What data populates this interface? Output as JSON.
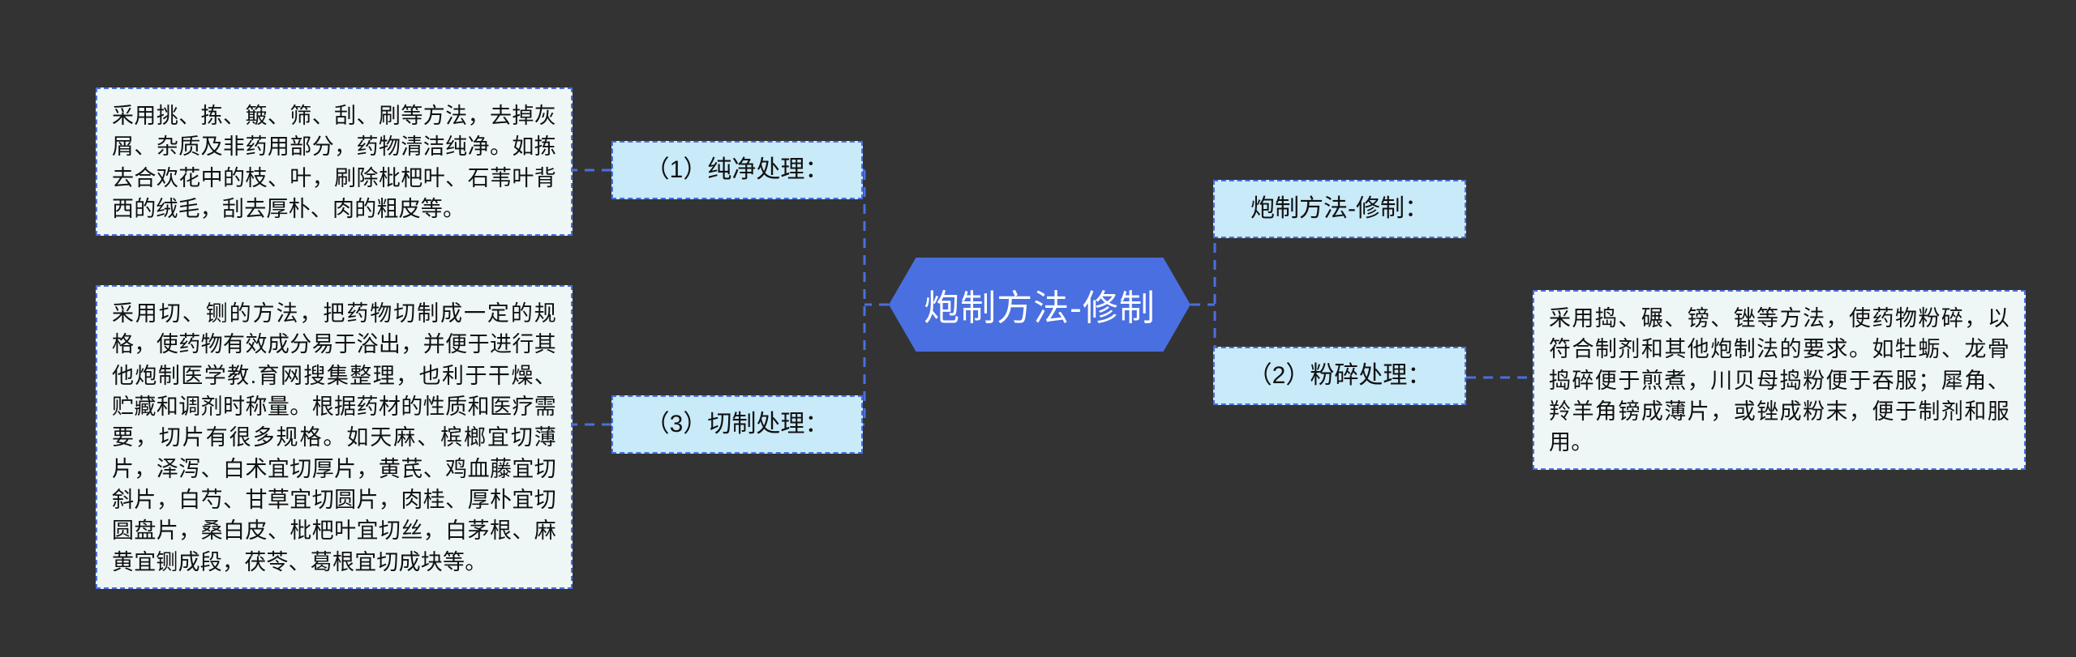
{
  "diagram": {
    "type": "mind-map",
    "background_color": "#333333",
    "accent_color": "#4a6fe0",
    "chip_color": "#c9eaf8",
    "panel_color": "#eef7f6",
    "center": {
      "label": "炮制方法-修制",
      "shape": "hexagon",
      "text_color": "#ffffff",
      "fill_color": "#4a6fe0"
    },
    "left_branch": [
      {
        "chip": "（1）纯净处理：",
        "description": "采用挑、拣、簸、筛、刮、刷等方法，去掉灰屑、杂质及非药用部分，药物清洁纯净。如拣去合欢花中的枝、叶，刷除枇杷叶、石苇叶背西的绒毛，刮去厚朴、肉的粗皮等。"
      },
      {
        "chip": "（3）切制处理：",
        "description": "采用切、铡的方法，把药物切制成一定的规格，使药物有效成分易于浴出，并便于进行其他炮制医学教.育网搜集整理，也利于干燥、贮藏和调剂时称量。根据药材的性质和医疗需要，切片有很多规格。如天麻、槟榔宜切薄片，泽泻、白术宜切厚片，黄芪、鸡血藤宜切斜片，白芍、甘草宜切圆片，肉桂、厚朴宜切圆盘片，桑白皮、枇杷叶宜切丝，白茅根、麻黄宜铡成段，茯苓、葛根宜切成块等。"
      }
    ],
    "right_branch": [
      {
        "chip": "炮制方法-修制：",
        "description": ""
      },
      {
        "chip": "（2）粉碎处理：",
        "description": "采用捣、碾、镑、锉等方法，使药物粉碎，以符合制剂和其他炮制法的要求。如牡蛎、龙骨捣碎便于煎煮，川贝母捣粉便于吞服；犀角、羚羊角镑成薄片，或锉成粉末，便于制剂和服用。"
      }
    ]
  }
}
